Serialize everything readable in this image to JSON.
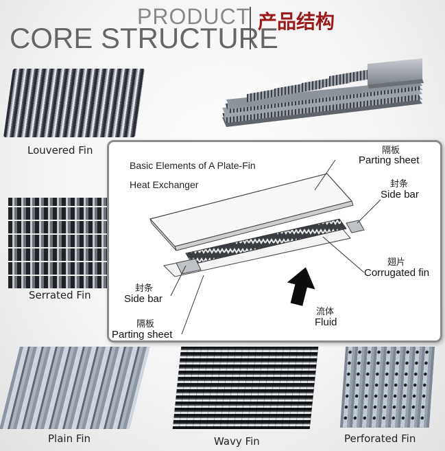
{
  "header": {
    "product": "PRODUCT",
    "core_structure": "CORE STRUCTURE",
    "chinese_title": "产品结构",
    "chinese_title_color": "#9a1a1a"
  },
  "fins": {
    "louvered": "Louvered Fin",
    "serrated": "Serrated Fin",
    "plain": "Plain Fin",
    "wavy": "Wavy Fin",
    "perforated": "Perforated Fin"
  },
  "diagram": {
    "title_line1": "Basic Elements of A Plate-Fin",
    "title_line2": "Heat Exchanger",
    "parting_sheet_top_cn": "隔板",
    "parting_sheet_top_en": "Parting sheet",
    "side_bar_right_cn": "封条",
    "side_bar_right_en": "Side bar",
    "corrugated_fin_cn": "翅片",
    "corrugated_fin_en": "Corrugated fin",
    "side_bar_left_cn": "封条",
    "side_bar_left_en": "Side bar",
    "fluid_cn": "流体",
    "fluid_en": "Fluid",
    "parting_sheet_bottom_cn": "隔板",
    "parting_sheet_bottom_en": "Parting sheet"
  }
}
